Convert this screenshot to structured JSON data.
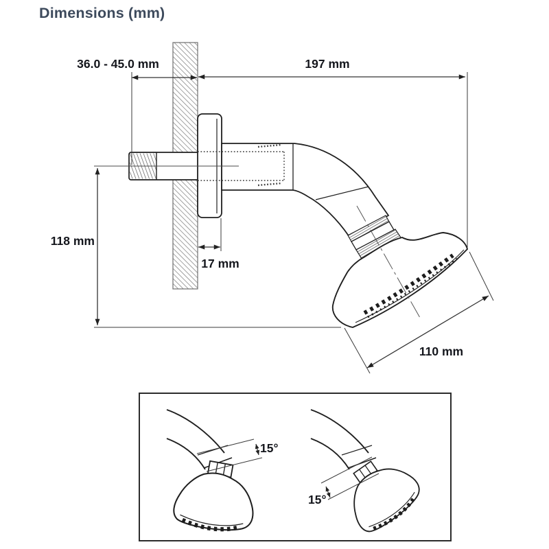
{
  "title": "Dimensions (mm)",
  "units": "mm",
  "labels": {
    "wall_range": "36.0 - 45.0 mm",
    "reach": "197 mm",
    "drop_height": "118 mm",
    "escutcheon_depth": "17 mm",
    "face_diameter": "110 mm",
    "tilt_up_angle": "15°",
    "tilt_down_angle": "15°"
  },
  "colors": {
    "background": "#ffffff",
    "title_text": "#3d4a5c",
    "dimension_text": "#14161c",
    "outline": "#1f1f1f",
    "dimension_line": "#333333",
    "wall_hatch": "#8a8a8a"
  }
}
